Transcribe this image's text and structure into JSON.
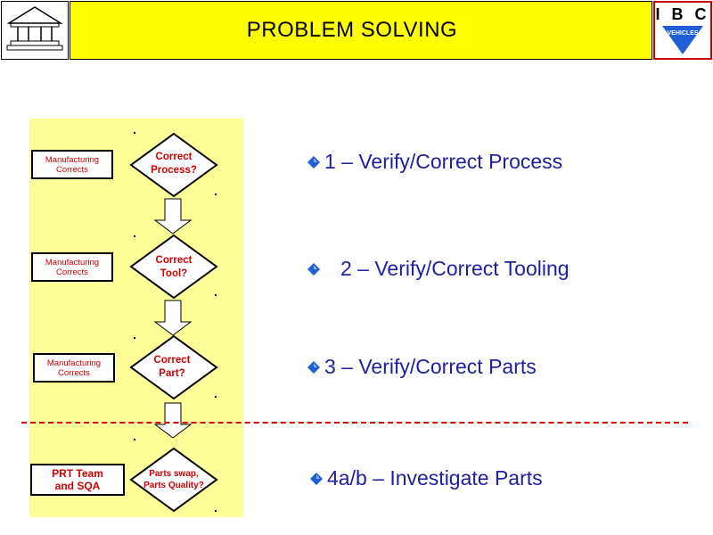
{
  "header": {
    "title": "PROBLEM SOLVING",
    "logo_left": "building-logo",
    "logo_right_text": "I B C",
    "logo_right_sub": "VEHICLES"
  },
  "flowchart": {
    "steps": [
      {
        "box": "Manufacturing Corrects",
        "box_lines": [
          "Manufacturing",
          "Corrects"
        ],
        "decision_lines": [
          "Correct",
          "Process?"
        ]
      },
      {
        "box": "Manufacturing Corrects",
        "box_lines": [
          "Manufacturing",
          "Corrects"
        ],
        "decision_lines": [
          "Correct",
          "Tool?"
        ]
      },
      {
        "box": "Manufacturing Corrects",
        "box_lines": [
          "Manufacturing",
          "Corrects"
        ],
        "decision_lines": [
          "Correct",
          "Part?"
        ]
      },
      {
        "box": "PRT Team and SQA",
        "box_lines": [
          "PRT Team",
          "and SQA"
        ],
        "decision_lines": [
          "Parts swap,",
          "Parts Quality?"
        ]
      }
    ]
  },
  "bullets": [
    {
      "text": "1 – Verify/Correct Process"
    },
    {
      "text": "2 – Verify/Correct Tooling"
    },
    {
      "text": "3 – Verify/Correct Parts"
    },
    {
      "text": "4a/b – Investigate Parts"
    }
  ],
  "colors": {
    "title_bg": "#ffff00",
    "panel_bg": "#ffff99",
    "box_text": "#d00000",
    "bullet_text": "#1f1fa0",
    "bullet_icon": "#1e5fd8",
    "separator": "#d00000"
  }
}
